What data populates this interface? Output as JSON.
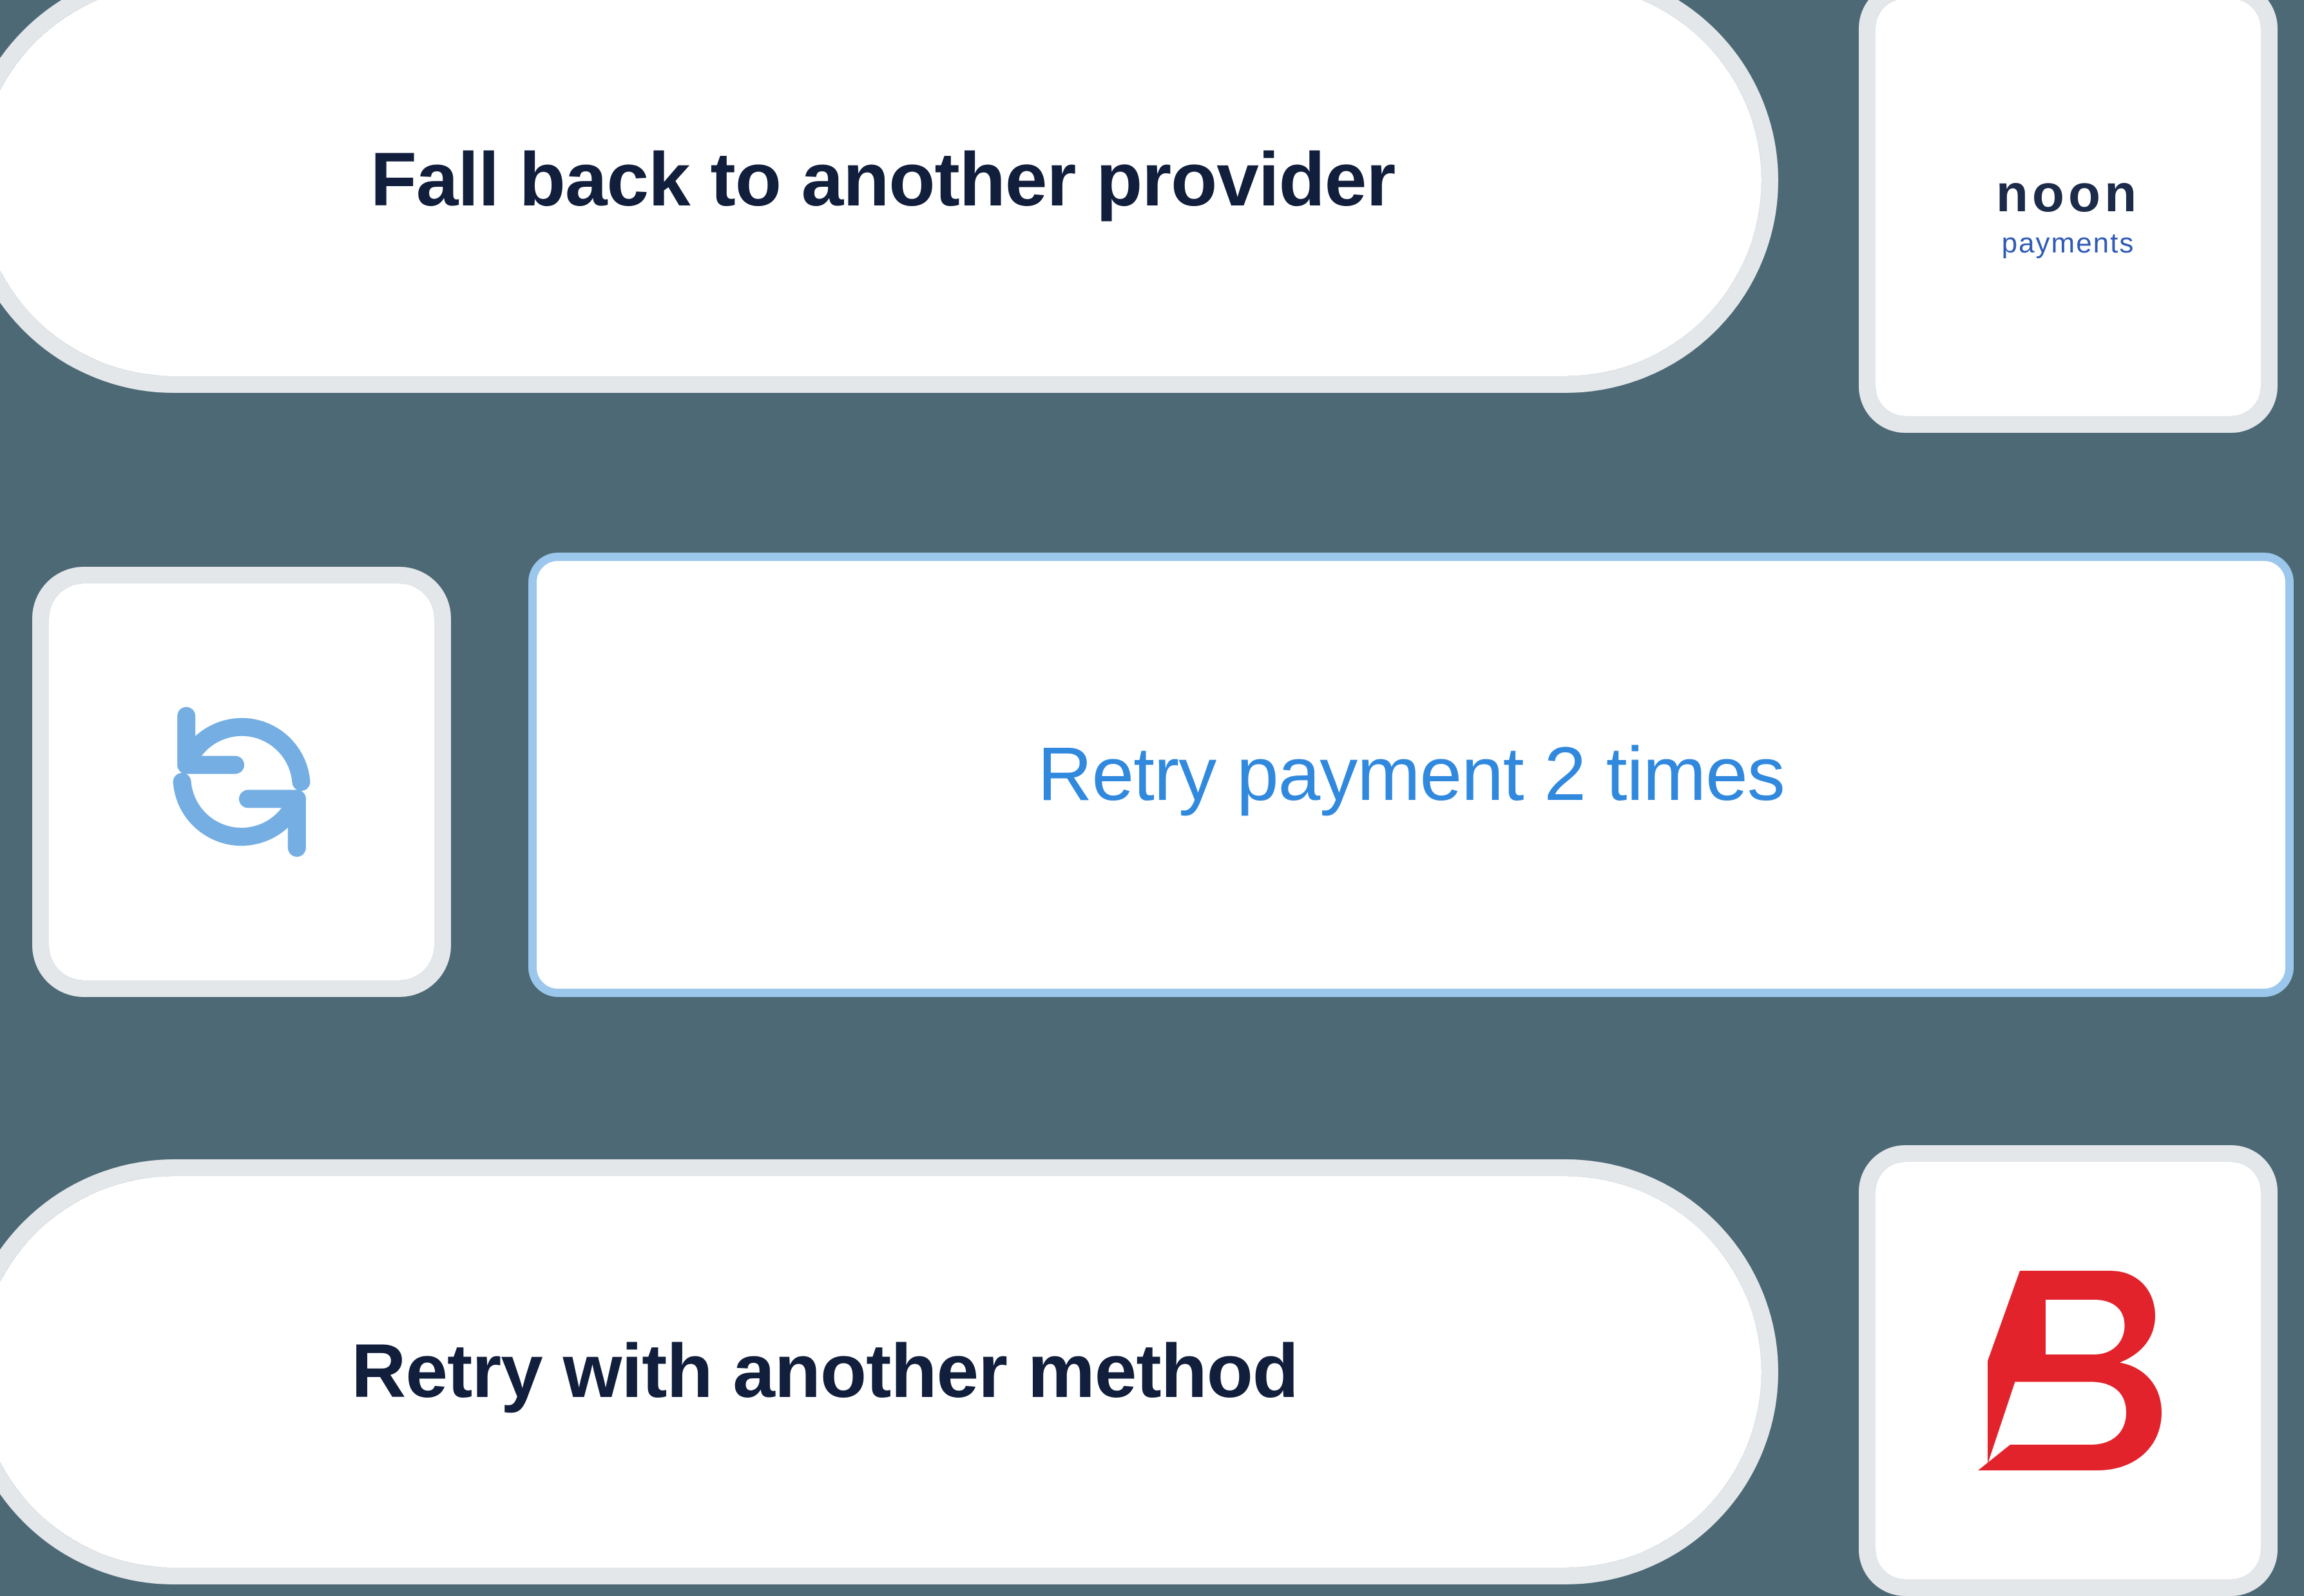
{
  "background_color": "#4C6975",
  "colors": {
    "navy_text": "#111E3C",
    "accent_blue_text": "#3189DE",
    "icon_blue": "#74AEE3",
    "focus_border_blue": "#9CC7EC",
    "card_ring_gray": "#E4E7EA",
    "card_surface": "#FFFFFF",
    "noon_word": "#1C2B4A",
    "noon_sub": "#2F5BB5",
    "benefit_red": "#E2232B"
  },
  "rows": [
    {
      "id": "fallback-provider",
      "label": "Fall back to another provider",
      "logo": {
        "name": "noon-payments-logo",
        "word": "noon",
        "sub": "payments"
      }
    },
    {
      "id": "retry-payment",
      "icon": "refresh-retry-icon",
      "input_value": "Retry payment 2 times",
      "input_placeholder": "Retry payment 2 times",
      "focused": "true"
    },
    {
      "id": "retry-another-method",
      "label": "Retry with another method",
      "logo": {
        "name": "benefit-pay-logo",
        "glyph": "B"
      }
    }
  ]
}
